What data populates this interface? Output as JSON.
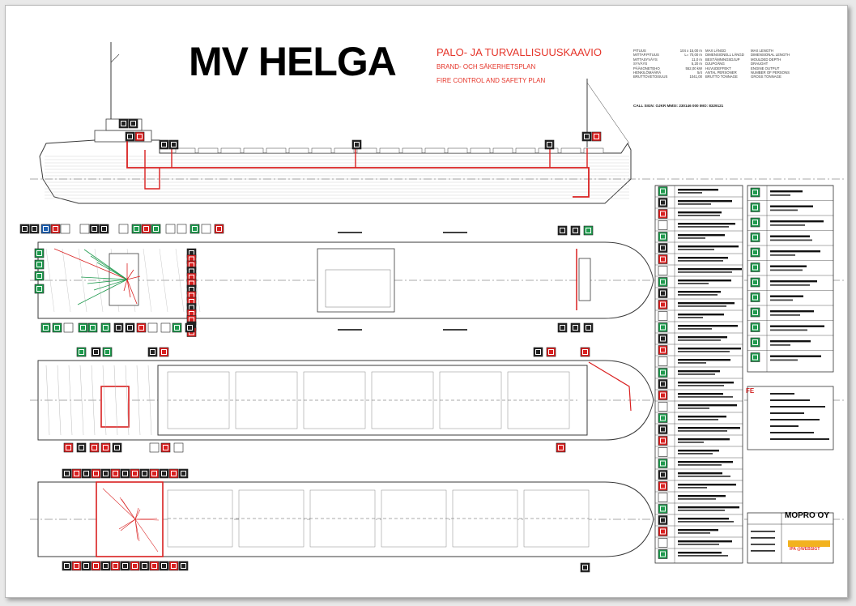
{
  "header": {
    "title": "MV HELGA",
    "subtitle_fi": "PALO- JA TURVALLISUUSKAAVIO",
    "subtitle_sv": "BRAND- OCH SÄKERHETSPLAN",
    "subtitle_en": "FIRE CONTROL AND SAFETY PLAN"
  },
  "specs": {
    "fi": [
      "PITUUS",
      "MITTAP.PITUUS",
      "MITTASYVÄYS",
      "SYVÄYS",
      "PÄÄKONETEHO",
      "HENKILÖMÄÄRÄ",
      "BRUTTOVETOISUUS"
    ],
    "values": [
      "104 x 15,00 m",
      "L= 70,00 m",
      "11,0 m",
      "5,20 m",
      "552,00 kW",
      "5/4",
      "1041,00"
    ],
    "sv": [
      "MAX LÄNGD",
      "DIMENSIONELL LÄNGD",
      "BESTÄMNINGSDJUP",
      "DJUPGÅNG",
      "HUVUDEFFEKT",
      "ANTAL PERSONER",
      "BRUTTO TONNAGE"
    ],
    "en": [
      "MAX LENGTH",
      "DIMENSIONAL LENGTH",
      "MOULDED DEPTH",
      "DRAUGHT",
      "ENGINE OUTPUT",
      "NUMBER OF PERSONS",
      "GROSS TONNAGE"
    ],
    "callsign": "CALL SIGN: OJKR   MMSI: 230146 000   IMO: 8329121"
  },
  "legend": {
    "rows": 33,
    "right_green_rows": 12,
    "fe_label": "FE"
  },
  "footer": {
    "company": "MOPRO OY",
    "contact": "IPA @WEBSIGT"
  },
  "colors": {
    "fire_red": "#d92020",
    "safety_green": "#1f9a4e",
    "line": "#3a3a3a"
  }
}
